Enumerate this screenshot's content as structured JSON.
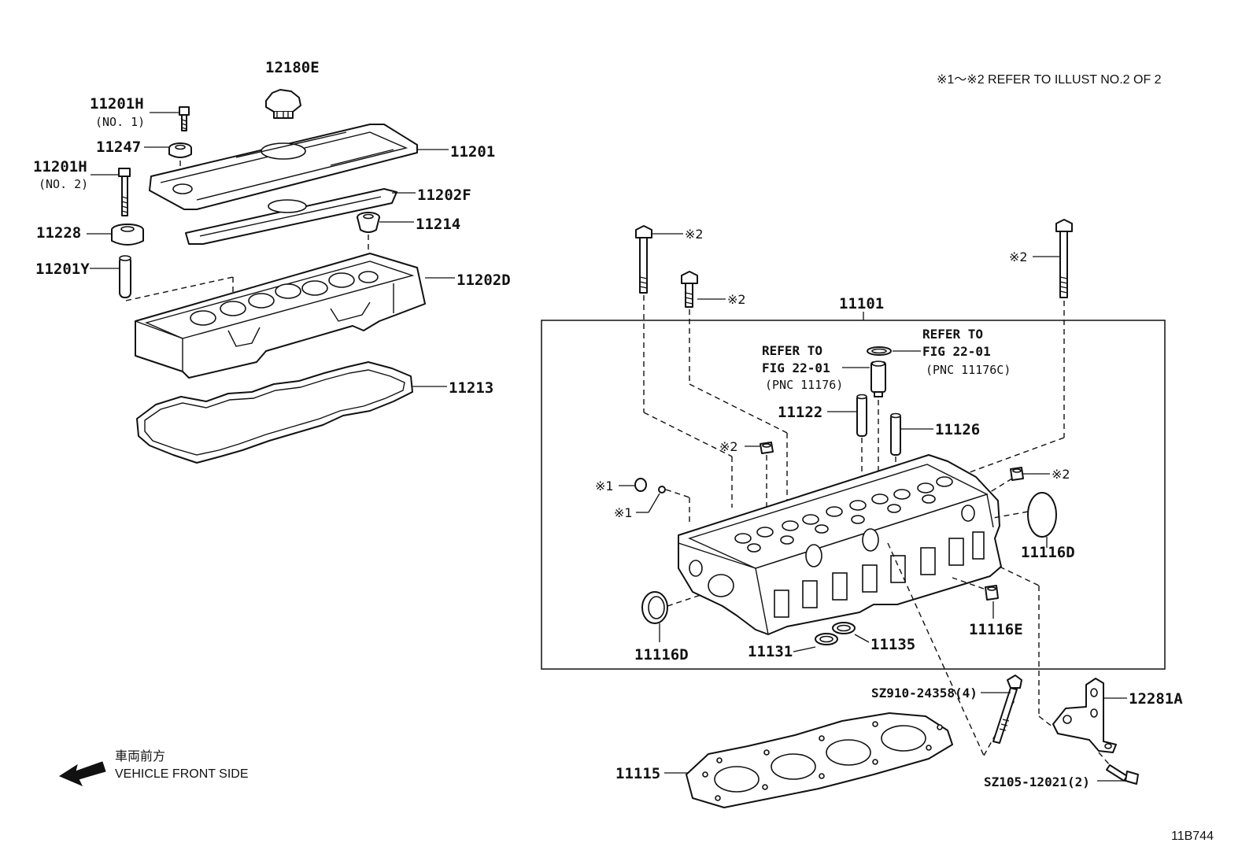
{
  "note": "※1〜※2 REFER TO ILLUST NO.2 OF 2",
  "illustration_id": "11B744",
  "front": {
    "jp": "車両前方",
    "en": "VEHICLE FRONT SIDE"
  },
  "labels": {
    "p12180E": "12180E",
    "p11201H_1": "11201H",
    "p11201H_1_sub": "(NO. 1)",
    "p11247": "11247",
    "p11201": "11201",
    "p11201H_2": "11201H",
    "p11201H_2_sub": "(NO. 2)",
    "p11202F": "11202F",
    "p11228": "11228",
    "p11214": "11214",
    "p11201Y": "11201Y",
    "p11202D": "11202D",
    "p11213": "11213",
    "p11101": "11101",
    "p11122": "11122",
    "p11126": "11126",
    "p11116D_right": "11116D",
    "p11116D_left": "11116D",
    "p11116E": "11116E",
    "p11131": "11131",
    "p11135": "11135",
    "pSZ910": "SZ910-24358(4)",
    "p12281A": "12281A",
    "p11115": "11115",
    "pSZ105": "SZ105-12021(2)"
  },
  "refs": {
    "left": {
      "line1": "REFER TO",
      "line2": "FIG 22-01",
      "line3": "(PNC 11176)"
    },
    "right": {
      "line1": "REFER TO",
      "line2": "FIG 22-01",
      "line3": "(PNC 11176C)"
    }
  },
  "marks": {
    "m2_bolt1": "※2",
    "m2_bolt2": "※2",
    "m2_bolt3": "※2",
    "m2_nut": "※2",
    "m2_right": "※2",
    "m1_a": "※1",
    "m1_b": "※1"
  }
}
